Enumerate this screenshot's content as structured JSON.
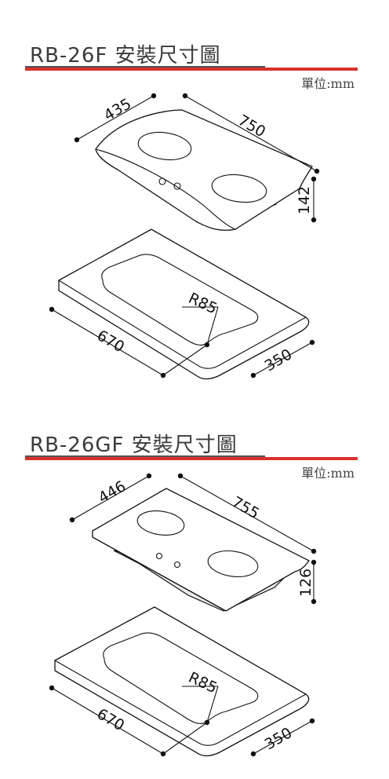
{
  "sections": [
    {
      "title": "RB-26F  安裝尺寸圖",
      "unit": "單位:mm",
      "hob_dims": {
        "width": "750",
        "depth": "435",
        "height": "142"
      },
      "cutout_dims": {
        "width": "670",
        "depth": "350",
        "radius": "R85"
      }
    },
    {
      "title": "RB-26GF  安裝尺寸圖",
      "unit": "單位:mm",
      "hob_dims": {
        "width": "755",
        "depth": "446",
        "height": "126"
      },
      "cutout_dims": {
        "width": "670",
        "depth": "350",
        "radius": "R85"
      }
    }
  ],
  "colors": {
    "accent_red": "#d5312a",
    "rule_dark": "#555555",
    "line": "#111111"
  }
}
